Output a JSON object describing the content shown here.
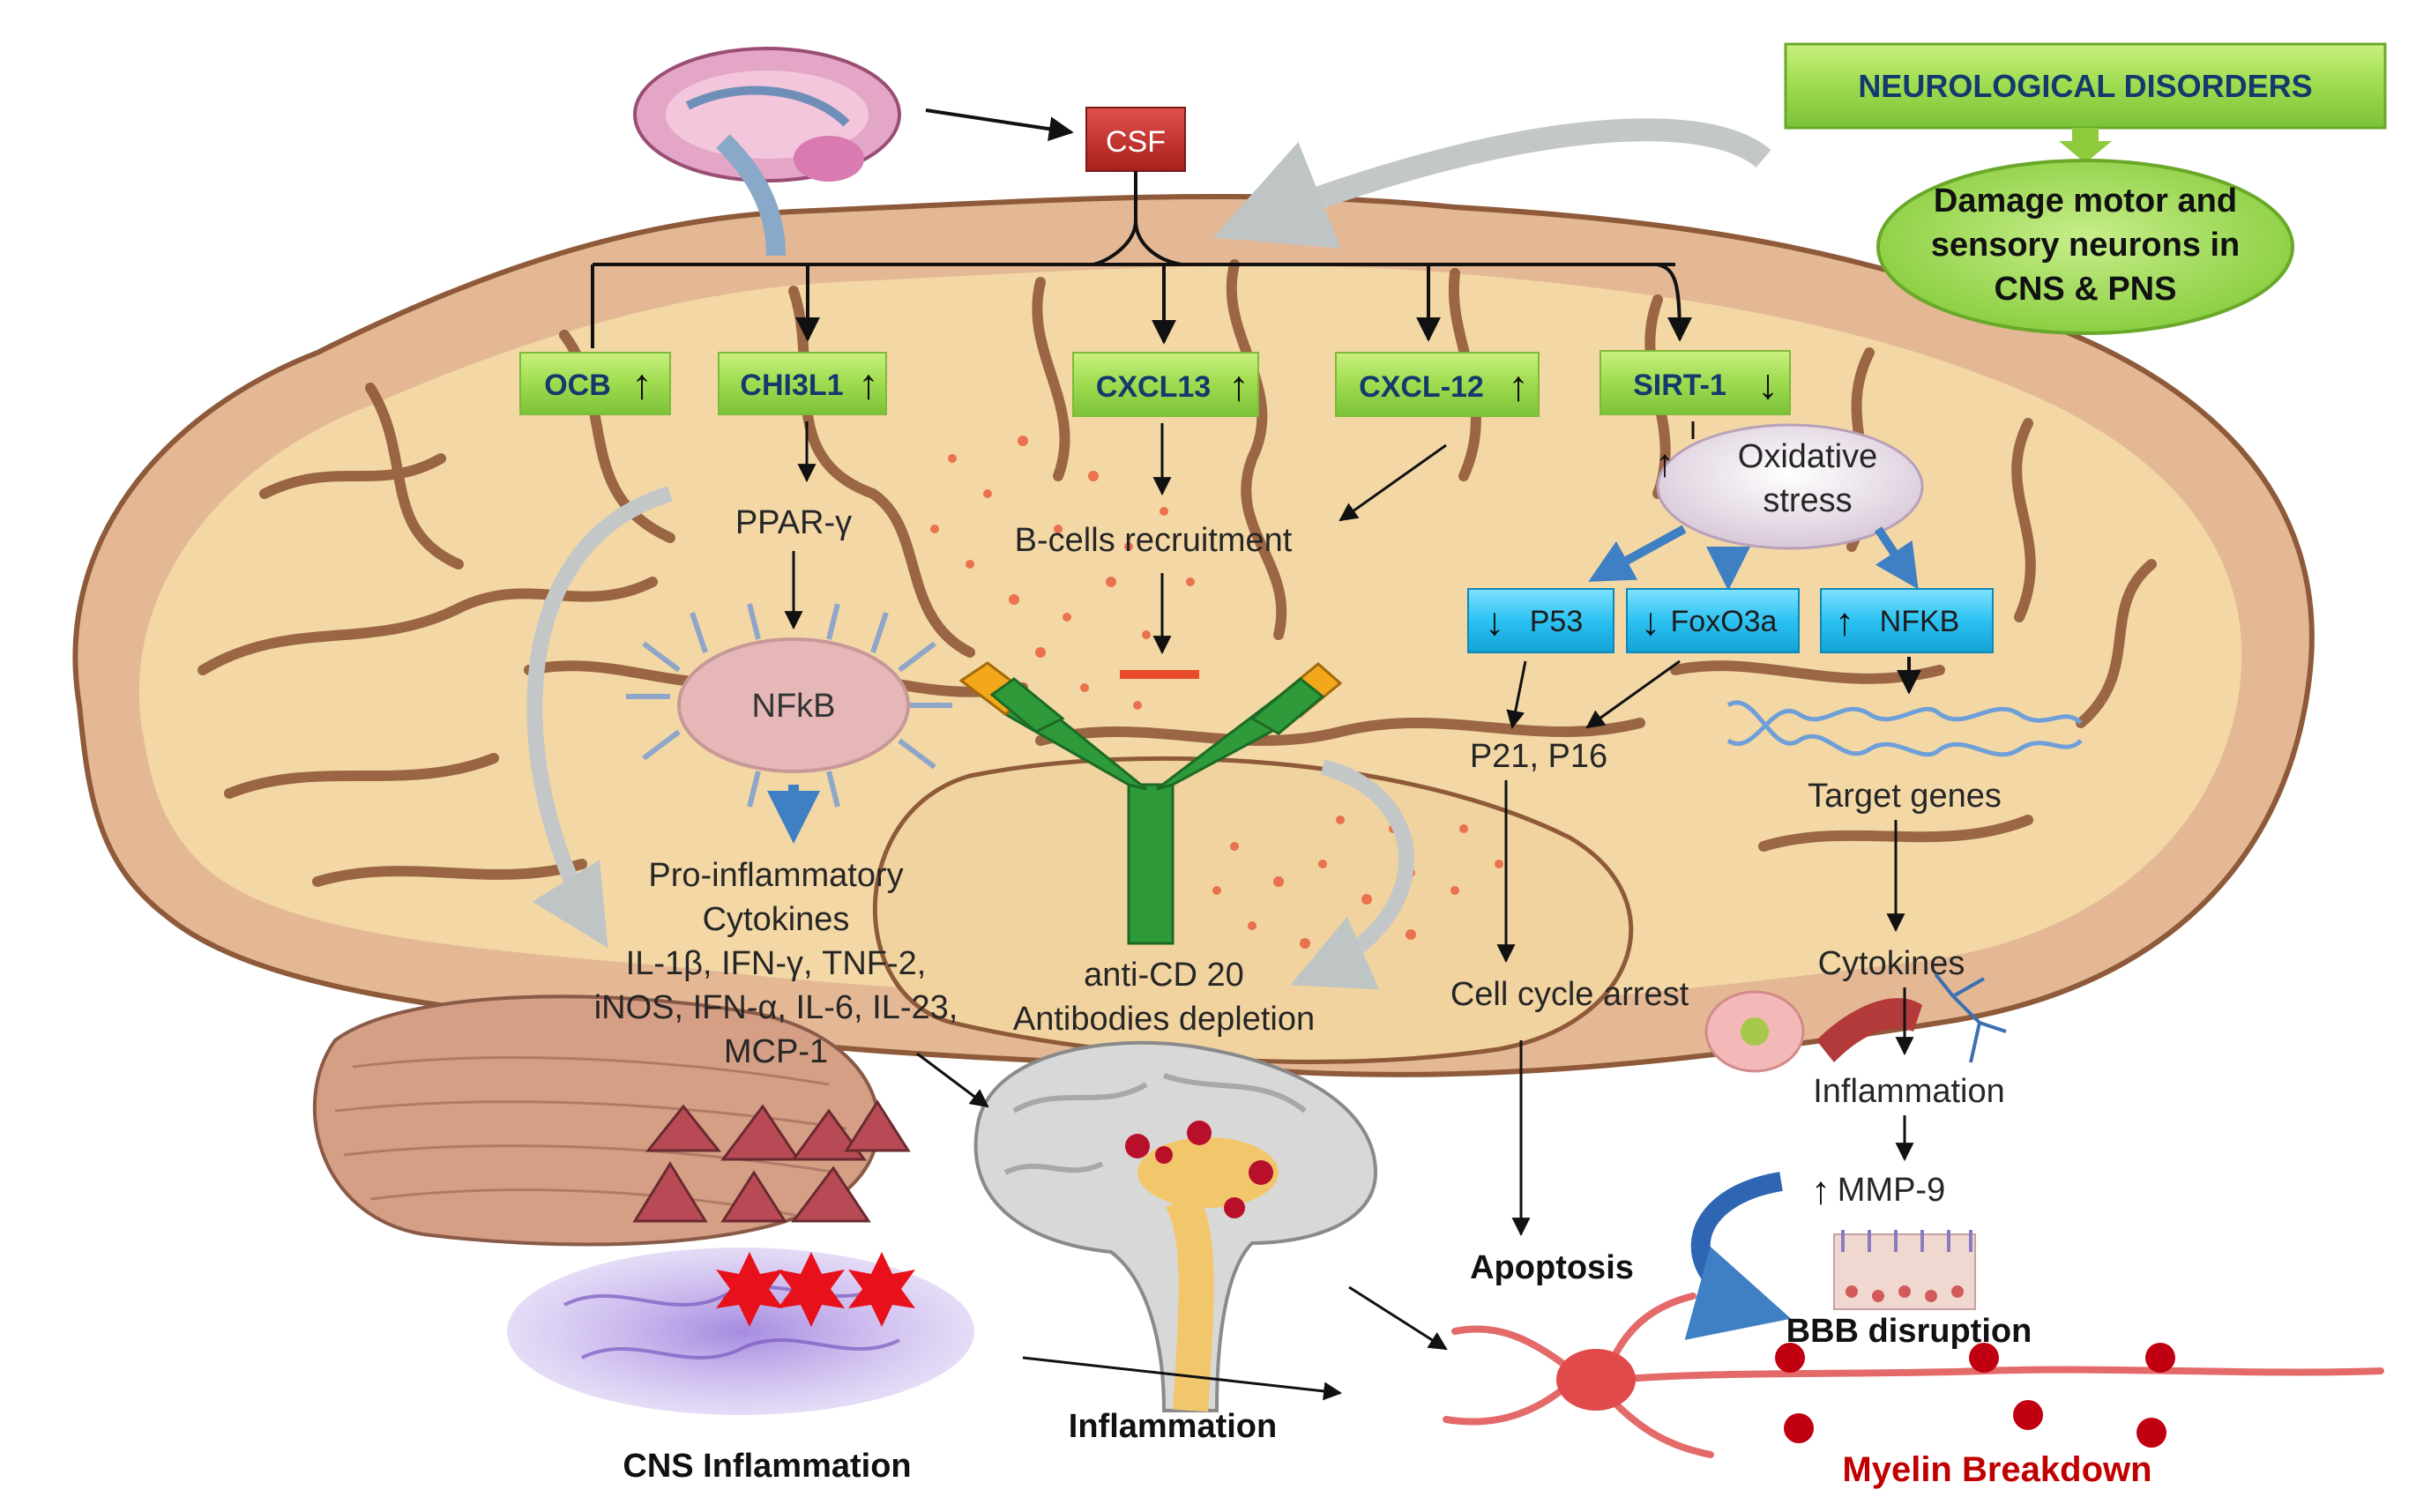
{
  "top": {
    "csf": "CSF",
    "neuro_title": "NEUROLOGICAL DISORDERS",
    "damage_line1": "Damage motor and",
    "damage_line2": "sensory neurons in",
    "damage_line3": "CNS & PNS"
  },
  "markers": [
    {
      "label": "OCB",
      "dir": "↑"
    },
    {
      "label": "CHI3L1",
      "dir": "↑"
    },
    {
      "label": "CXCL13",
      "dir": "↑"
    },
    {
      "label": "CXCL-12",
      "dir": "↑"
    },
    {
      "label": "SIRT-1",
      "dir": "↓"
    }
  ],
  "pathway_left": {
    "ppar": "PPAR-γ",
    "nfkb": "NFkB",
    "proinf_line1": "Pro-inflammatory",
    "proinf_line2": "Cytokines",
    "cyto_line1": "IL-1β, IFN-γ, TNF-2,",
    "cyto_line2": "iNOS, IFN-α, IL-6, IL-23,",
    "cyto_line3": "MCP-1"
  },
  "pathway_mid": {
    "bcells": "B-cells recruitment",
    "anticd_line1": "anti-CD 20",
    "anticd_line2": "Antibodies depletion"
  },
  "pathway_right": {
    "ox_arrow": "↑",
    "ox_line1": "Oxidative",
    "ox_line2": "stress",
    "p53_dir": "↓",
    "p53": "P53",
    "foxo_dir": "↓",
    "foxo": "FoxO3a",
    "nfkb2_dir": "↑",
    "nfkb2": "NFKB",
    "p21": "P21, P16",
    "target": "Target genes",
    "cellcycle": "Cell cycle arrest",
    "cytokines": "Cytokines",
    "inflammation": "Inflammation",
    "mmp_arrow": "↑",
    "mmp": "MMP-9"
  },
  "bottom": {
    "apoptosis": "Apoptosis",
    "bbb": "BBB disruption",
    "myelin": "Myelin Breakdown",
    "cns_inflammation": "CNS Inflammation",
    "inflammation": "Inflammation"
  },
  "colors": {
    "green_box": "#a6e05a",
    "cyan_box": "#29c3f2",
    "csf_box": "#c8302d",
    "brain": "#e8c6a0",
    "red_text": "#c00000",
    "dark_text": "#111111"
  }
}
